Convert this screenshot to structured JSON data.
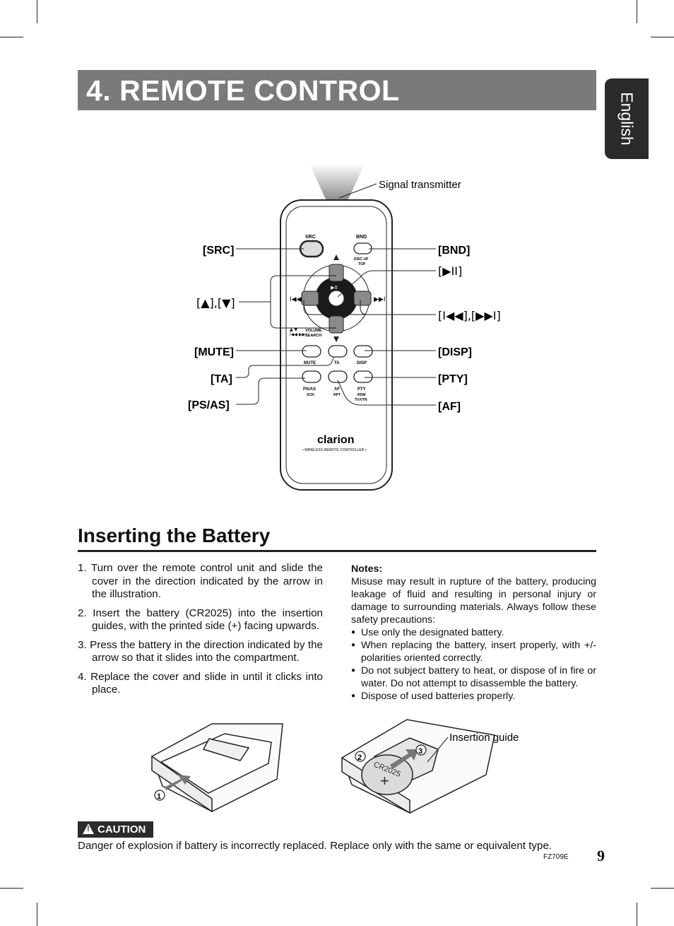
{
  "section_title": "4. REMOTE CONTROL",
  "language_tab": "English",
  "figure_labels": {
    "signal": "Signal transmitter",
    "src": "[SRC]",
    "updown": "[▲],[▼]",
    "mute": "[MUTE]",
    "ta": "[TA]",
    "psas": "[PS/AS]",
    "bnd": "[BND]",
    "playpause": "[▶II]",
    "skip": "[I◀◀],[▶▶I]",
    "disp": "[DISP]",
    "pty": "[PTY]",
    "af": "[AF]"
  },
  "remote_text": {
    "src": "SRC",
    "bnd": "BND",
    "disc_up": "DISC UP",
    "top": "TOP",
    "play": "▶II",
    "vol_search": "VOLUME",
    "search": "SEARCH",
    "mute": "MUTE",
    "ta": "TA",
    "disp": "DISP",
    "psas": "PS/AS",
    "scn": "SCN",
    "af": "AF",
    "rpt": "RPT",
    "pty": "PTY",
    "rdm": "RDM",
    "tvvtr": "TV/VTR",
    "brand": "clarion",
    "model_line": "• WIRELESS REMOTE CONTROLLER •"
  },
  "battery_section": {
    "heading": "Inserting the Battery",
    "steps": [
      "1. Turn over the remote control unit and slide the cover in the direction indicated by the arrow in the illustration.",
      "2. Insert the battery (CR2025) into the insertion guides, with the printed side (+) facing upwards.",
      "3. Press the battery in the direction indicated by the arrow so that it slides into the compartment.",
      "4. Replace the cover and slide in until it clicks into place."
    ],
    "notes_heading": "Notes:",
    "notes_intro": "Misuse may result in rupture of the battery, producing leakage of fluid and resulting in personal injury or damage to surrounding materials. Always follow these safety precautions:",
    "notes_items": [
      "Use only the designated battery.",
      "When replacing the battery, insert properly, with +/- polarities oriented correctly.",
      "Do not subject battery to heat, or dispose of in fire or water. Do not attempt to disassemble the battery.",
      "Dispose of used batteries properly."
    ],
    "insertion_guide": "Insertion guide",
    "battery_label": "CR2025",
    "plus": "+",
    "markers": [
      "1",
      "2",
      "3"
    ]
  },
  "caution_label": "CAUTION",
  "caution_text": "Danger of explosion if battery is incorrectly replaced. Replace only with the same or equivalent type.",
  "model_code": "FZ709E",
  "page_number": "9",
  "colors": {
    "title_bar": "#7a7a7a",
    "dark_tab": "#2b2b2b"
  }
}
